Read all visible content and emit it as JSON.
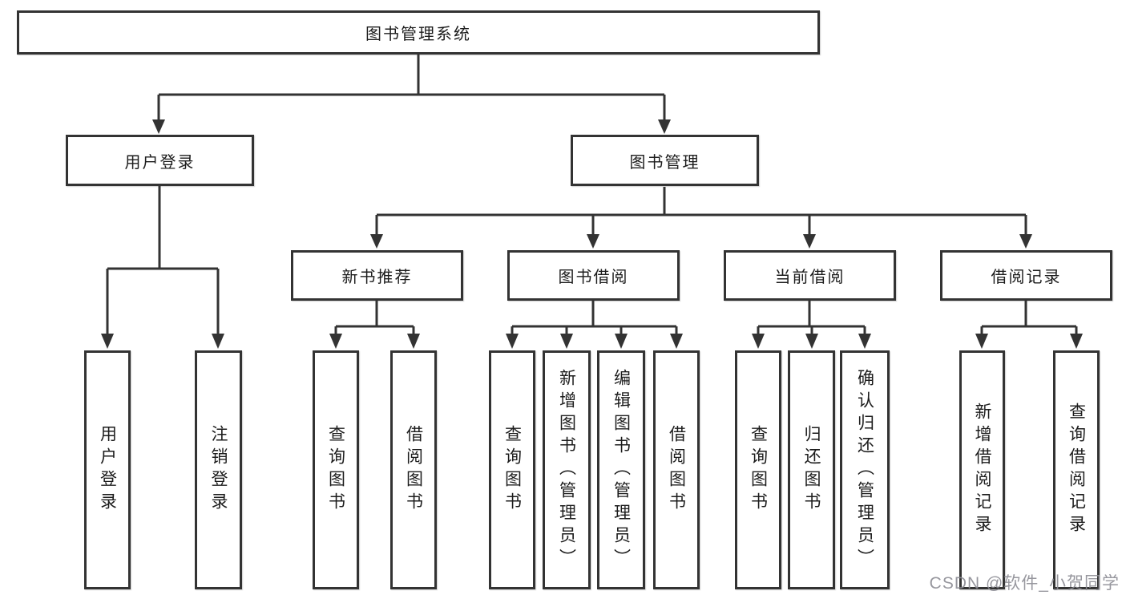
{
  "tree": {
    "root": "图书管理系统",
    "user_login": {
      "label": "用户登录",
      "children": [
        "用户登录",
        "注销登录"
      ]
    },
    "book_mgmt": {
      "label": "图书管理",
      "sections": {
        "new_book": {
          "label": "新书推荐",
          "children": [
            "查询图书",
            "借阅图书"
          ]
        },
        "book_borrow": {
          "label": "图书借阅",
          "children": [
            "查询图书",
            "新增图书（管理员）",
            "编辑图书（管理员）",
            "借阅图书"
          ]
        },
        "current_borrow": {
          "label": "当前借阅",
          "children": [
            "查询图书",
            "归还图书",
            "确认归还（管理员）"
          ]
        },
        "borrow_records": {
          "label": "借阅记录",
          "children": [
            "新增借阅记录",
            "查询借阅记录"
          ]
        }
      }
    }
  },
  "watermark": "CSDN @软件_小贺同学",
  "colors": {
    "line": "#333333",
    "text": "#1c1c1c",
    "box_background": "#ffffff",
    "watermark": "#8c8c93",
    "background": "#ffffff"
  }
}
